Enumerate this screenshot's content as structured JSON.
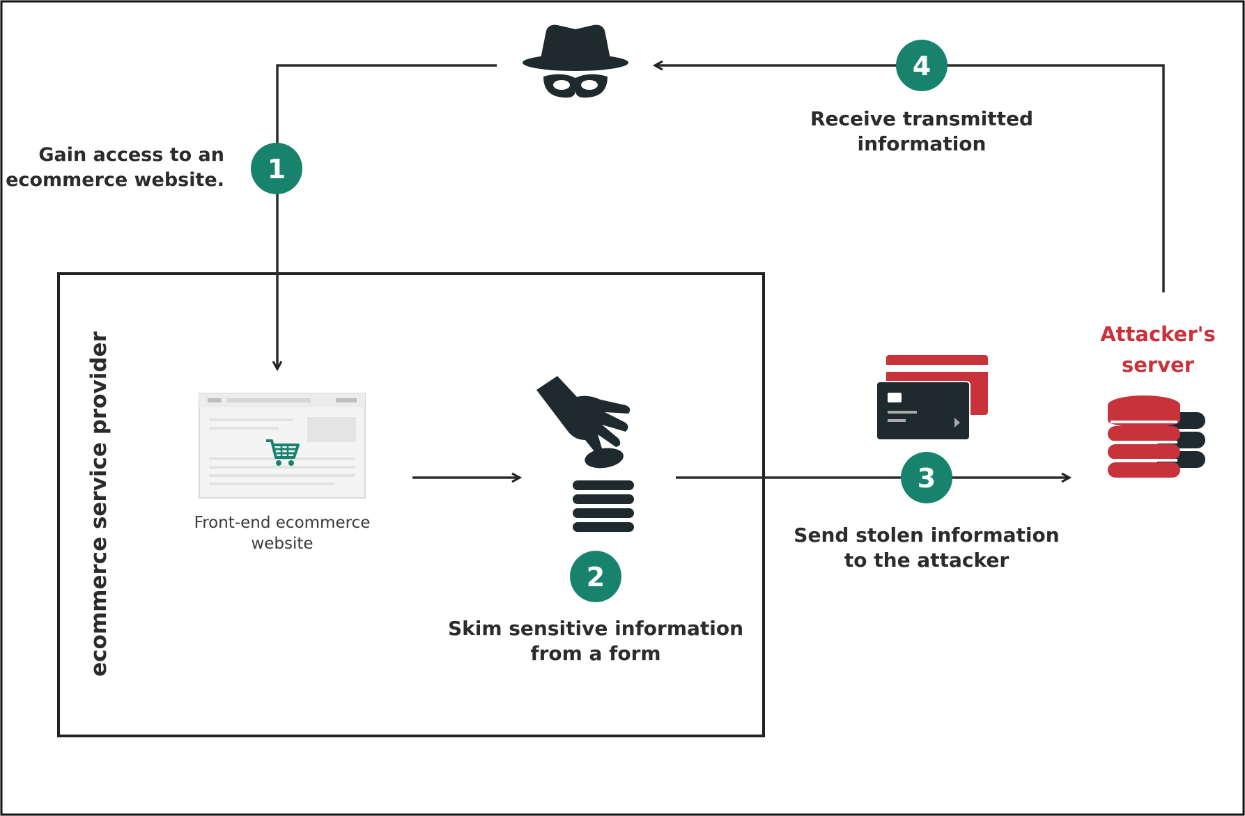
{
  "colors": {
    "accent_teal": "#17836c",
    "attacker_red": "#c8323a",
    "ink": "#1f2a2e",
    "frame": "#222222"
  },
  "provider_box": {
    "label": "ecommerce service provider"
  },
  "website": {
    "caption_line1": "Front-end ecommerce",
    "caption_line2": "website",
    "icon": "shopping-cart-icon"
  },
  "attacker": {
    "icon": "hacker-hat-mask-icon"
  },
  "server": {
    "title_line1": "Attacker's",
    "title_line2": "server",
    "icon": "database-stack-icon"
  },
  "steps": [
    {
      "number": "1",
      "line1": "Gain access to an",
      "line2": "ecommerce website."
    },
    {
      "number": "2",
      "line1": "Skim sensitive information",
      "line2": "from a form"
    },
    {
      "number": "3",
      "line1": "Send stolen information",
      "line2": "to the attacker"
    },
    {
      "number": "4",
      "line1": "Receive transmitted",
      "line2": "information"
    }
  ],
  "icons": {
    "hand": "grabbing-hand-icon",
    "coins": "coin-stack-icon",
    "cards": "credit-cards-icon"
  }
}
